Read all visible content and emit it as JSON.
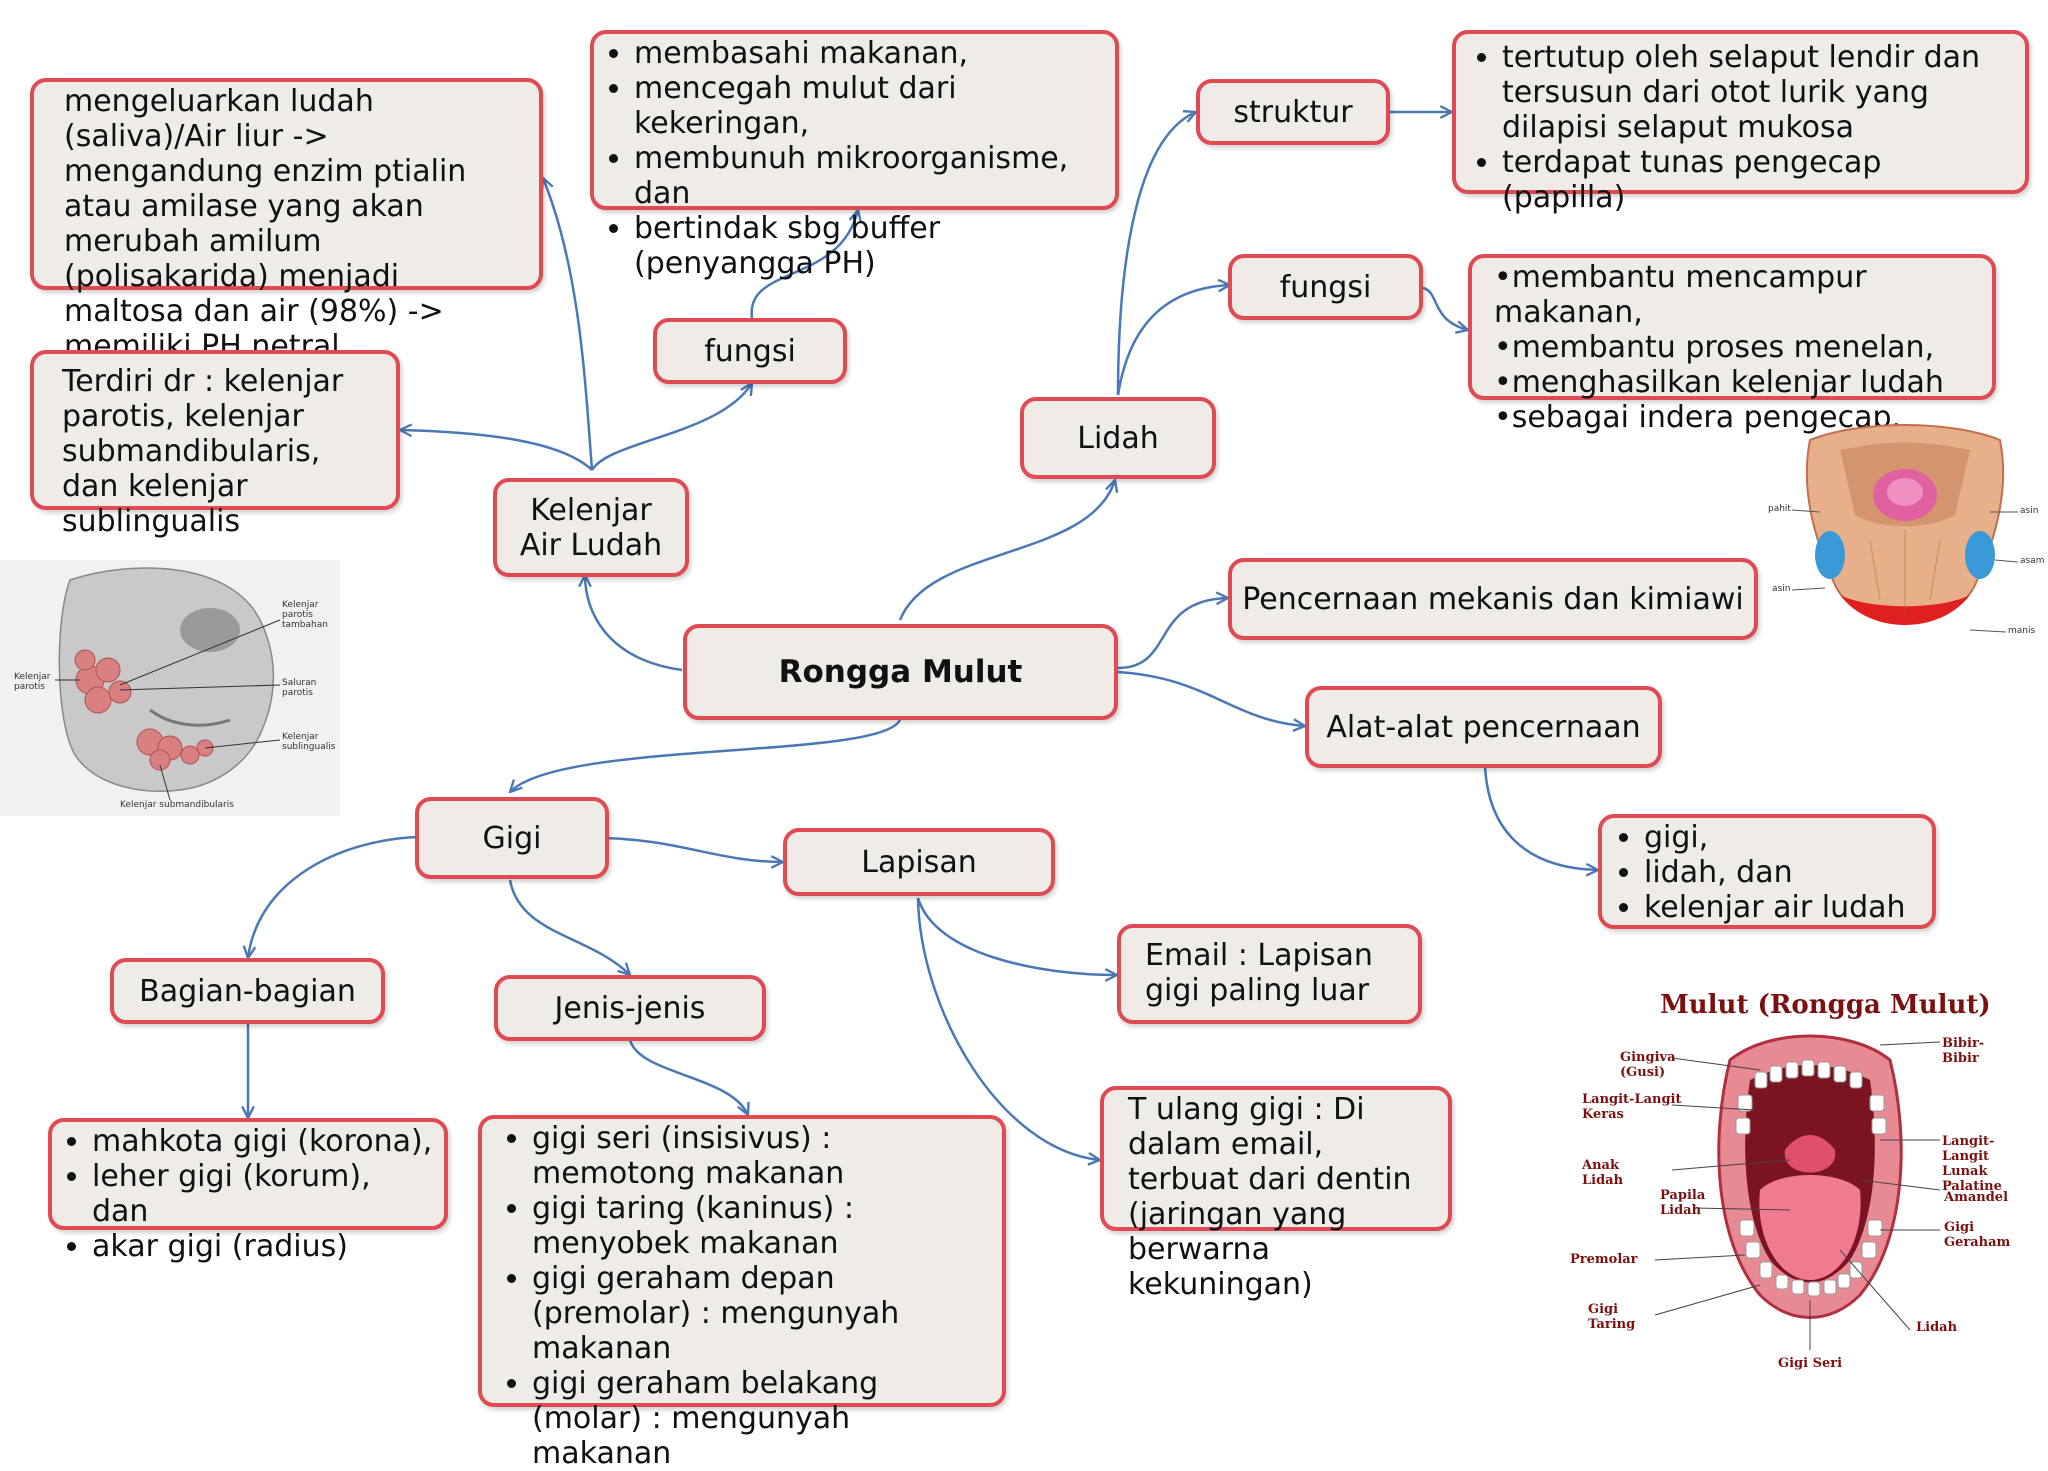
{
  "root": "Rongga Mulut",
  "kelenjar": {
    "title_line1": "Kelenjar",
    "title_line2": "Air Ludah",
    "fungsi": "fungsi",
    "fungsi_items": [
      "membasahi makanan,",
      "mencegah mulut dari kekeringan,",
      "membunuh mikroorganisme, dan",
      "bertindak sbg buffer (penyangga PH)"
    ],
    "saliva": "mengeluarkan ludah (saliva)/Air liur  -> mengandung enzim ptialin atau amilase yang akan merubah amilum (polisakarida) menjadi maltosa dan air (98%) -> memiliki PH netral.",
    "terdiri": "Terdiri dr : kelenjar parotis, kelenjar submandibularis, dan kelenjar sublingualis"
  },
  "lidah": {
    "title": "Lidah",
    "struktur": "struktur",
    "struktur_items": [
      "tertutup oleh selaput lendir dan tersusun dari otot lurik yang dilapisi selaput mukosa",
      "terdapat tunas pengecap (papilla)"
    ],
    "fungsi": "fungsi",
    "fungsi_items": [
      "membantu mencampur makanan,",
      "membantu proses menelan,",
      "menghasilkan kelenjar ludah",
      "sebagai indera pengecap."
    ]
  },
  "pencernaan": "Pencernaan mekanis dan kimiawi",
  "alat": {
    "title": "Alat-alat pencernaan",
    "items": [
      "gigi,",
      "lidah, dan",
      "kelenjar air ludah"
    ]
  },
  "gigi": {
    "title": "Gigi",
    "bagian": "Bagian-bagian",
    "bagian_items": [
      "mahkota gigi (korona),",
      "leher gigi (korum), dan",
      "akar gigi (radius)"
    ],
    "jenis": "Jenis-jenis",
    "jenis_items": [
      "gigi seri (insisivus) : memotong makanan",
      "gigi taring (kaninus) : menyobek makanan",
      "gigi geraham depan (premolar) : mengunyah makanan",
      "gigi geraham belakang (molar) : mengunyah makanan"
    ],
    "lapisan": "Lapisan",
    "email": "Email : Lapisan gigi paling luar",
    "tulang": "T ulang gigi : Di dalam email, terbuat dari dentin (jaringan yang berwarna kekuningan)"
  },
  "mouth_image": {
    "title": "Mulut (Rongga Mulut)",
    "labels": {
      "gingiva": "Gingiva (Gusi)",
      "langit_keras": "Langit-Langit Keras",
      "anak_lidah": "Anak Lidah",
      "papila": "Papila Lidah",
      "premolar": "Premolar",
      "taring": "Gigi Taring",
      "seri": "Gigi Seri",
      "bibir": "Bibir-Bibir",
      "langit_lunak": "Langit-Langit Lunak Palatine",
      "amandel": "Amandel",
      "geraham": "Gigi Geraham",
      "lidah": "Lidah"
    }
  },
  "tongue_image": {
    "labels": {
      "pahit": "pahit",
      "asin_r": "asin",
      "asam": "asam",
      "asin_l": "asin",
      "manis": "manis"
    }
  },
  "gland_image": {
    "labels": {
      "parotis_tambahan": "Kelenjar parotis tambahan",
      "parotis": "Kelenjar parotis",
      "saluran": "Saluran parotis",
      "sublingualis": "Kelenjar sublingualis",
      "submandibularis": "Kelenjar submandibularis"
    }
  },
  "colors": {
    "border": "#e04a52",
    "fill": "#efebe7",
    "edge": "#4a78b5"
  }
}
